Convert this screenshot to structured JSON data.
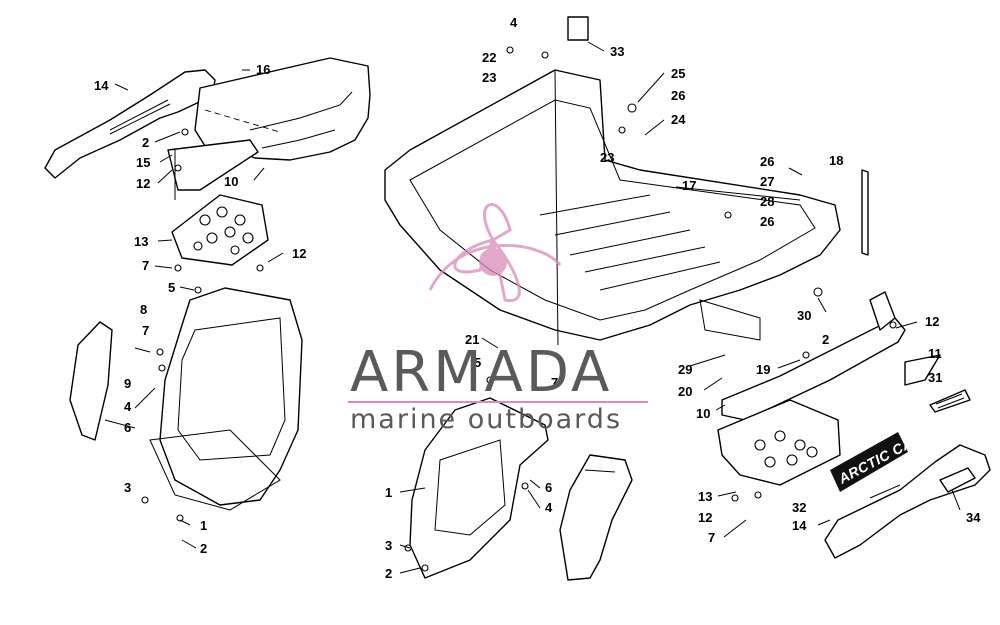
{
  "diagram": {
    "callouts": [
      {
        "id": "c1",
        "label": "14"
      },
      {
        "id": "c2",
        "label": "16"
      },
      {
        "id": "c3",
        "label": "2"
      },
      {
        "id": "c4",
        "label": "15"
      },
      {
        "id": "c5",
        "label": "12"
      },
      {
        "id": "c6",
        "label": "10"
      },
      {
        "id": "c7",
        "label": "13"
      },
      {
        "id": "c8",
        "label": "7"
      },
      {
        "id": "c9",
        "label": "12"
      },
      {
        "id": "c10",
        "label": "5"
      },
      {
        "id": "c11",
        "label": "8"
      },
      {
        "id": "c12",
        "label": "7"
      },
      {
        "id": "c13",
        "label": "9"
      },
      {
        "id": "c14",
        "label": "4"
      },
      {
        "id": "c15",
        "label": "6"
      },
      {
        "id": "c16",
        "label": "3"
      },
      {
        "id": "c17",
        "label": "1"
      },
      {
        "id": "c18",
        "label": "2"
      },
      {
        "id": "c19",
        "label": "4"
      },
      {
        "id": "c20",
        "label": "33"
      },
      {
        "id": "c21",
        "label": "22"
      },
      {
        "id": "c22",
        "label": "23"
      },
      {
        "id": "c23",
        "label": "25"
      },
      {
        "id": "c24",
        "label": "26"
      },
      {
        "id": "c25",
        "label": "24"
      },
      {
        "id": "c26",
        "label": "23"
      },
      {
        "id": "c27",
        "label": "17"
      },
      {
        "id": "c28",
        "label": "26"
      },
      {
        "id": "c29",
        "label": "27"
      },
      {
        "id": "c30",
        "label": "28"
      },
      {
        "id": "c31",
        "label": "26"
      },
      {
        "id": "c32",
        "label": "18"
      },
      {
        "id": "c33",
        "label": "30"
      },
      {
        "id": "c34",
        "label": "21"
      },
      {
        "id": "c35",
        "label": "5"
      },
      {
        "id": "c36",
        "label": "7"
      },
      {
        "id": "c37",
        "label": "29"
      },
      {
        "id": "c38",
        "label": "20"
      },
      {
        "id": "c39",
        "label": "2"
      },
      {
        "id": "c40",
        "label": "19"
      },
      {
        "id": "c41",
        "label": "12"
      },
      {
        "id": "c42",
        "label": "11"
      },
      {
        "id": "c43",
        "label": "31"
      },
      {
        "id": "c44",
        "label": "10"
      },
      {
        "id": "c45",
        "label": "6"
      },
      {
        "id": "c46",
        "label": "4"
      },
      {
        "id": "c47",
        "label": "1"
      },
      {
        "id": "c48",
        "label": "3"
      },
      {
        "id": "c49",
        "label": "2"
      },
      {
        "id": "c50",
        "label": "13"
      },
      {
        "id": "c51",
        "label": "12"
      },
      {
        "id": "c52",
        "label": "7"
      },
      {
        "id": "c53",
        "label": "32"
      },
      {
        "id": "c54",
        "label": "14"
      },
      {
        "id": "c55",
        "label": "34"
      }
    ],
    "decal_text": "ARCTIC CAT"
  },
  "watermark": {
    "brand": "ARMADA",
    "tagline": "marine outboards",
    "colors": {
      "text": "#5a5a5a",
      "accent": "#d98cb6"
    },
    "icon": "propeller-icon"
  }
}
